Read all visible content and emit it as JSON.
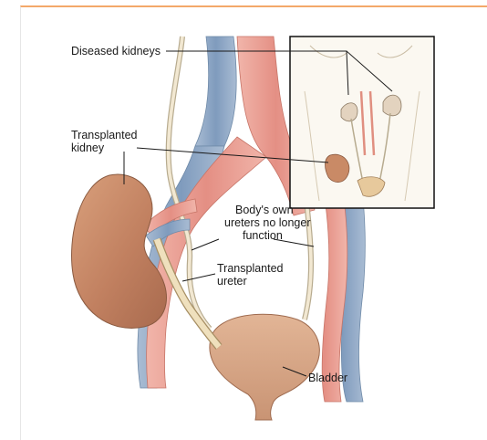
{
  "labels": {
    "diseased_kidneys": "Diseased kidneys",
    "transplanted_kidney_1": "Transplanted",
    "transplanted_kidney_2": "kidney",
    "own_ureters_1": "Body's own",
    "own_ureters_2": "ureters no longer",
    "own_ureters_3": "function",
    "transplanted_ureter_1": "Transplanted",
    "transplanted_ureter_2": "ureter",
    "bladder": "Bladder"
  },
  "colors": {
    "frame_accent": "#f3a86a",
    "artery": "#e89a8e",
    "vein": "#8fa9c6",
    "kidney": "#c98a66",
    "ureter": "#efe3c8",
    "bladder": "#d7a684"
  }
}
